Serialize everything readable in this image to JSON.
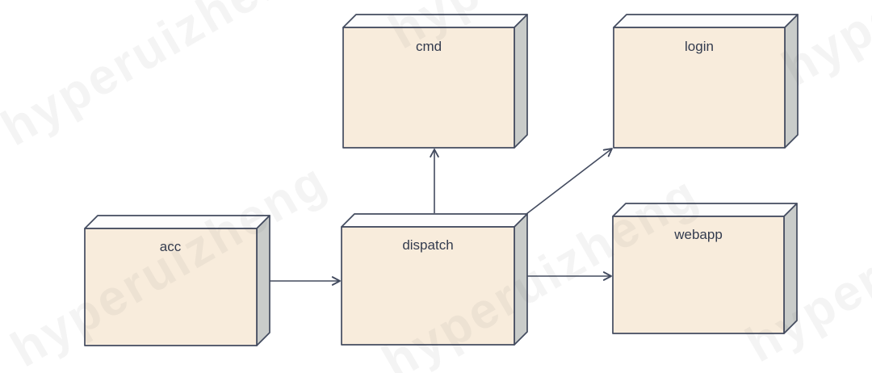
{
  "watermark": {
    "text": "hyperuizheng"
  },
  "colors": {
    "background": "#ffffff",
    "node_front": "#f8ecdc",
    "node_top": "#fdfdfd",
    "node_side": "#c9ccca",
    "outline": "#434b5f",
    "label_text": "#333b4e"
  },
  "nodes": {
    "cmd": {
      "label": "cmd"
    },
    "login": {
      "label": "login"
    },
    "acc": {
      "label": "acc"
    },
    "dispatch": {
      "label": "dispatch"
    },
    "webapp": {
      "label": "webapp"
    }
  },
  "edges": [
    {
      "from": "acc",
      "to": "dispatch"
    },
    {
      "from": "dispatch",
      "to": "cmd"
    },
    {
      "from": "dispatch",
      "to": "login"
    },
    {
      "from": "dispatch",
      "to": "webapp"
    }
  ]
}
